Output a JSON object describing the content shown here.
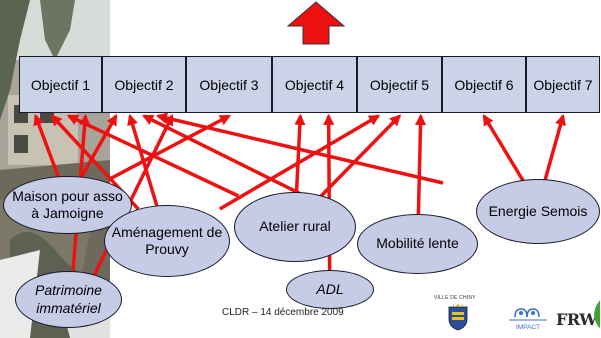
{
  "objectives": [
    {
      "id": "o1",
      "label": "Objectif 1"
    },
    {
      "id": "o2",
      "label": "Objectif 2"
    },
    {
      "id": "o3",
      "label": "Objectif 3"
    },
    {
      "id": "o4",
      "label": "Objectif 4"
    },
    {
      "id": "o5",
      "label": "Objectif 5"
    },
    {
      "id": "o6",
      "label": "Objectif 6"
    },
    {
      "id": "o7",
      "label": "Objectif 7"
    }
  ],
  "projects": [
    {
      "id": "maison",
      "lines": [
        "Maison pour asso",
        "à Jamoigne"
      ],
      "italic": false
    },
    {
      "id": "amenagement",
      "lines": [
        "Aménagement de",
        "Prouvy"
      ],
      "italic": false
    },
    {
      "id": "atelier",
      "lines": [
        "Atelier rural"
      ],
      "italic": false
    },
    {
      "id": "mobilite",
      "lines": [
        "Mobilité lente"
      ],
      "italic": false
    },
    {
      "id": "energie",
      "lines": [
        "Energie Semois"
      ],
      "italic": false
    },
    {
      "id": "patrimoine",
      "lines": [
        "Patrimoine",
        "immatériel"
      ],
      "italic": true
    },
    {
      "id": "adl",
      "lines": [
        "ADL"
      ],
      "italic": true
    }
  ],
  "links": [
    {
      "from": "maison",
      "to": "o1"
    },
    {
      "from": "maison",
      "to": "o2"
    },
    {
      "from": "maison",
      "to": "o3"
    },
    {
      "from": "amenagement",
      "to": "o1"
    },
    {
      "from": "amenagement",
      "to": "o2"
    },
    {
      "from": "amenagement",
      "to": "o5"
    },
    {
      "from": "atelier",
      "to": "o1"
    },
    {
      "from": "atelier",
      "to": "o4"
    },
    {
      "from": "atelier",
      "to": "o5"
    },
    {
      "from": "mobilite",
      "to": "o2"
    },
    {
      "from": "mobilite",
      "to": "o5"
    },
    {
      "from": "energie",
      "to": "o2"
    },
    {
      "from": "energie",
      "to": "o6"
    },
    {
      "from": "energie",
      "to": "o7"
    },
    {
      "from": "patrimoine",
      "to": "o1"
    },
    {
      "from": "patrimoine",
      "to": "o2"
    },
    {
      "from": "adl",
      "to": "o4"
    }
  ],
  "footer": "CLDR – 14 décembre 2009",
  "logos": {
    "chiny_caption": "VILLE DE CHINY",
    "impact": "IMPACT",
    "frw": "FRW"
  },
  "colors": {
    "arrow": "#ee1111",
    "objective_fill": "#cbd3e8",
    "project_fill": "#c6cbe6"
  }
}
